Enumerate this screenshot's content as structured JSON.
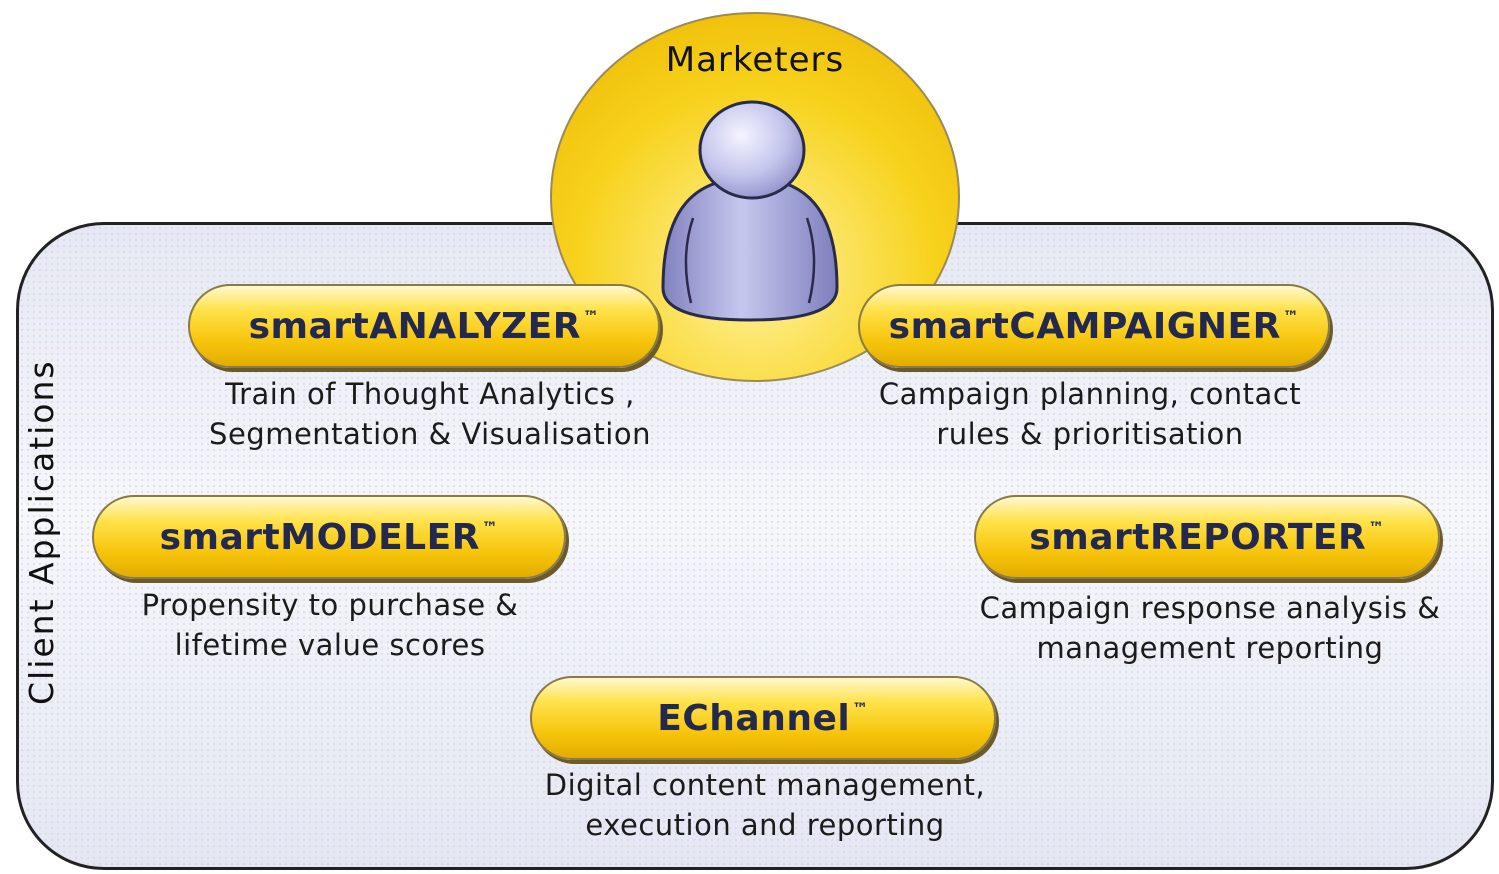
{
  "diagram": {
    "container_label": "Client Applications",
    "center": {
      "title": "Marketers",
      "icon": "person-icon"
    },
    "apps": [
      {
        "name": "smartANALYZER",
        "tm": "™",
        "desc_line1": "Train of Thought Analytics  ,",
        "desc_line2": "Segmentation & Visualisation"
      },
      {
        "name": "smartCAMPAIGNER",
        "tm": "™",
        "desc_line1": "Campaign planning, contact",
        "desc_line2": "rules & prioritisation"
      },
      {
        "name": "smartMODELER",
        "tm": "™",
        "desc_line1": "Propensity to purchase  &",
        "desc_line2": "lifetime value scores"
      },
      {
        "name": "smartREPORTER",
        "tm": "™",
        "desc_line1": "Campaign response analysis &",
        "desc_line2": "management reporting"
      },
      {
        "name": "EChannel",
        "tm": "™",
        "desc_line1": "Digital content management,",
        "desc_line2": "execution and reporting"
      }
    ],
    "colors": {
      "pill_yellow": "#f6c40a",
      "circle_yellow": "#f7d21c",
      "label_navy": "#23284f",
      "person_purple": "#9a9bd4",
      "container_bg": "#eceef6"
    }
  }
}
